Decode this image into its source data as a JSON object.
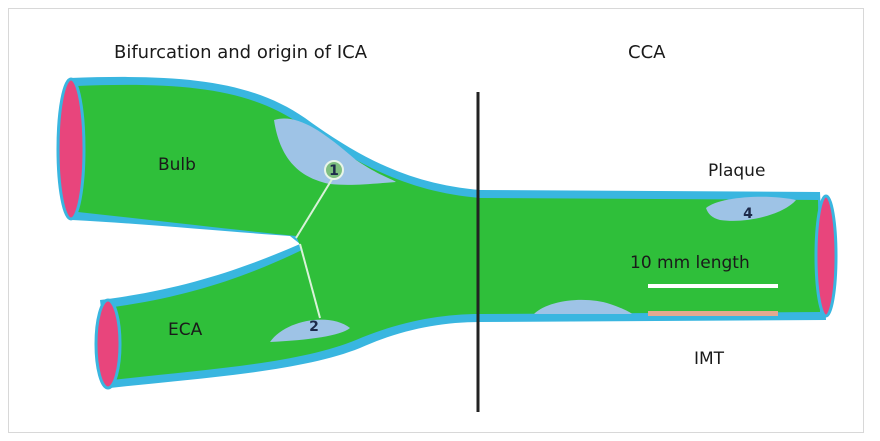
{
  "labels": {
    "bifurcation": "Bifurcation and origin of ICA",
    "cca": "CCA",
    "bulb": "Bulb",
    "eca": "ECA",
    "plaque": "Plaque",
    "ten_mm": "10 mm length",
    "imt": "IMT"
  },
  "markers": {
    "m1": "1",
    "m2": "2",
    "m4": "4"
  },
  "colors": {
    "lumen": "#2fbf3a",
    "wall": "#39b6e0",
    "plaque": "#9ec3e6",
    "vessel_end": "#e8457c",
    "imt_segment": "#e3a98f",
    "divider": "#222222",
    "scale_bar": "#ffffff"
  }
}
